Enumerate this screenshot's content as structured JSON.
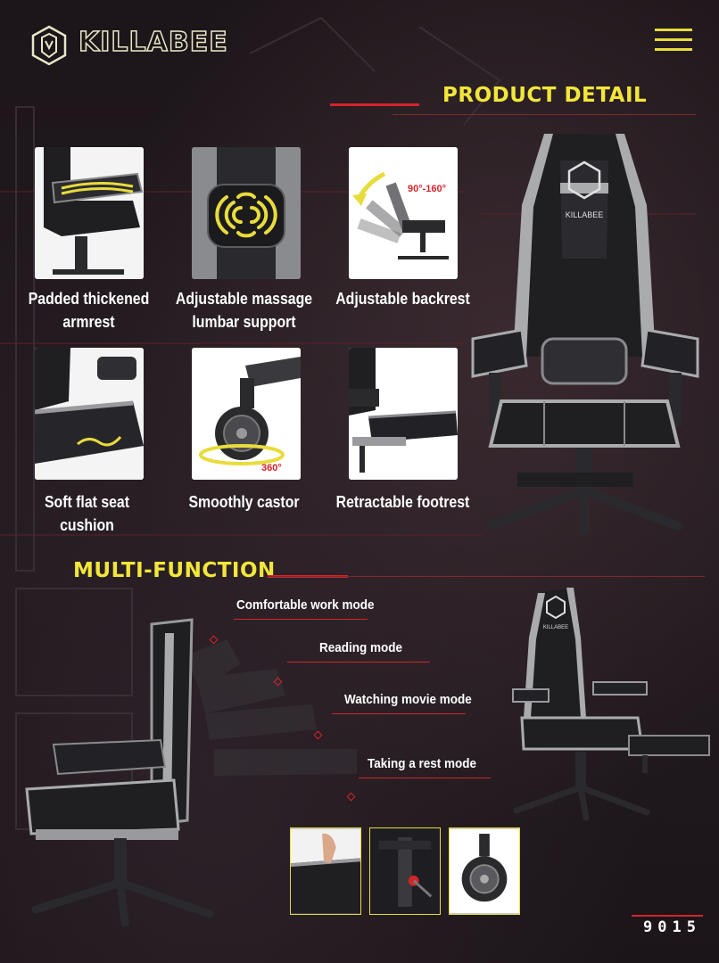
{
  "brand": {
    "name": "KILLABEE"
  },
  "sections": {
    "product_detail": "PRODUCT DETAIL",
    "multi_function": "MULTI-FUNCTION"
  },
  "features": [
    {
      "caption_line1": "Padded thickened",
      "caption_line2": "armrest"
    },
    {
      "caption_line1": "Adjustable massage",
      "caption_line2": "lumbar support"
    },
    {
      "caption_line1": "Adjustable backrest",
      "caption_line2": "",
      "angle_label": "90°-160°"
    },
    {
      "caption_line1": "Soft flat seat cushion",
      "caption_line2": ""
    },
    {
      "caption_line1": "Smoothly castor",
      "caption_line2": "",
      "rotation_label": "360°"
    },
    {
      "caption_line1": "Retractable footrest",
      "caption_line2": ""
    }
  ],
  "chair_badge": "KILLABEE",
  "modes": [
    "Comfortable work mode",
    "Reading mode",
    "Watching movie mode",
    "Taking a rest mode"
  ],
  "model_number": "9015",
  "colors": {
    "accent_yellow": "#f2e63a",
    "accent_red": "#d3242a",
    "chair_gray": "#a9abad",
    "chair_black": "#1f1f22"
  }
}
